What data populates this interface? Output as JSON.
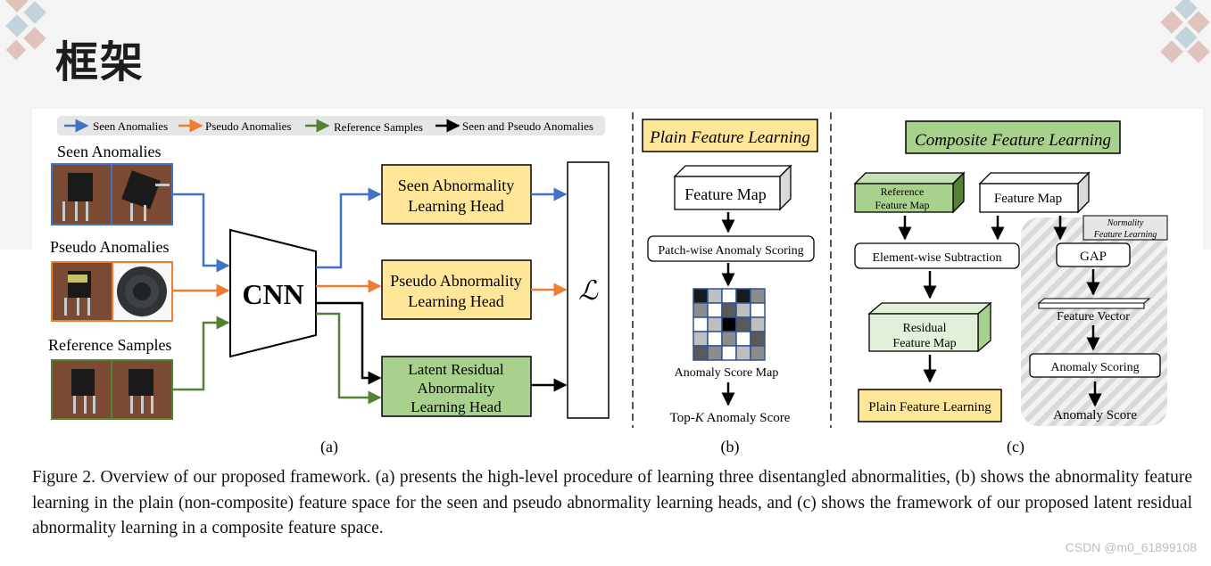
{
  "slide": {
    "title": "框架"
  },
  "legend": [
    {
      "label": "Seen Anomalies",
      "color": "#4472c4"
    },
    {
      "label": "Pseudo Anomalies",
      "color": "#ed7d31"
    },
    {
      "label": "Reference Samples",
      "color": "#548235"
    },
    {
      "label": "Seen and Pseudo Anomalies",
      "color": "#000000"
    }
  ],
  "panel_a": {
    "inputs": [
      "Seen Anomalies",
      "Pseudo Anomalies",
      "Reference Samples"
    ],
    "cnn": "CNN",
    "heads": {
      "seen": [
        "Seen Abnormality",
        "Learning Head"
      ],
      "pseudo": [
        "Pseudo Abnormality",
        "Learning Head"
      ],
      "latent": [
        "Latent Residual",
        "Abnormality",
        "Learning  Head"
      ]
    },
    "loss": "ℒ",
    "label": "(a)"
  },
  "panel_b": {
    "title": "Plain Feature Learning",
    "feature_map": "Feature Map",
    "patch_scoring": "Patch-wise Anomaly Scoring",
    "score_map": "Anomaly Score Map",
    "topk_prefix": "Top-",
    "topk_k": "K",
    "topk_suffix": " Anomaly Score",
    "label": "(b)"
  },
  "panel_c": {
    "title": "Composite Feature Learning",
    "reference_map": [
      "Reference",
      "Feature Map"
    ],
    "feature_map": "Feature Map",
    "normality": [
      "Normality",
      "Feature Learning"
    ],
    "subtraction": "Element-wise Subtraction",
    "gap": "GAP",
    "residual_map": [
      "Residual",
      "Feature Map"
    ],
    "feature_vector": "Feature Vector",
    "anomaly_scoring": "Anomaly Scoring",
    "plain": "Plain Feature Learning",
    "anomaly_score": "Anomaly Score",
    "label": "(c)"
  },
  "caption": "Figure 2.  Overview of our proposed framework.  (a) presents the high-level procedure of learning three disentangled abnormalities, (b) shows the abnormality feature learning in the plain (non-composite) feature space for the seen and pseudo abnormality learning heads, and (c) shows the framework of our proposed latent residual abnormality learning in a composite feature space.",
  "watermark": "CSDN @m0_61899108",
  "colors": {
    "yellow": "#ffe699",
    "green": "#a9d18e",
    "light_green": "#e2f0d9"
  }
}
